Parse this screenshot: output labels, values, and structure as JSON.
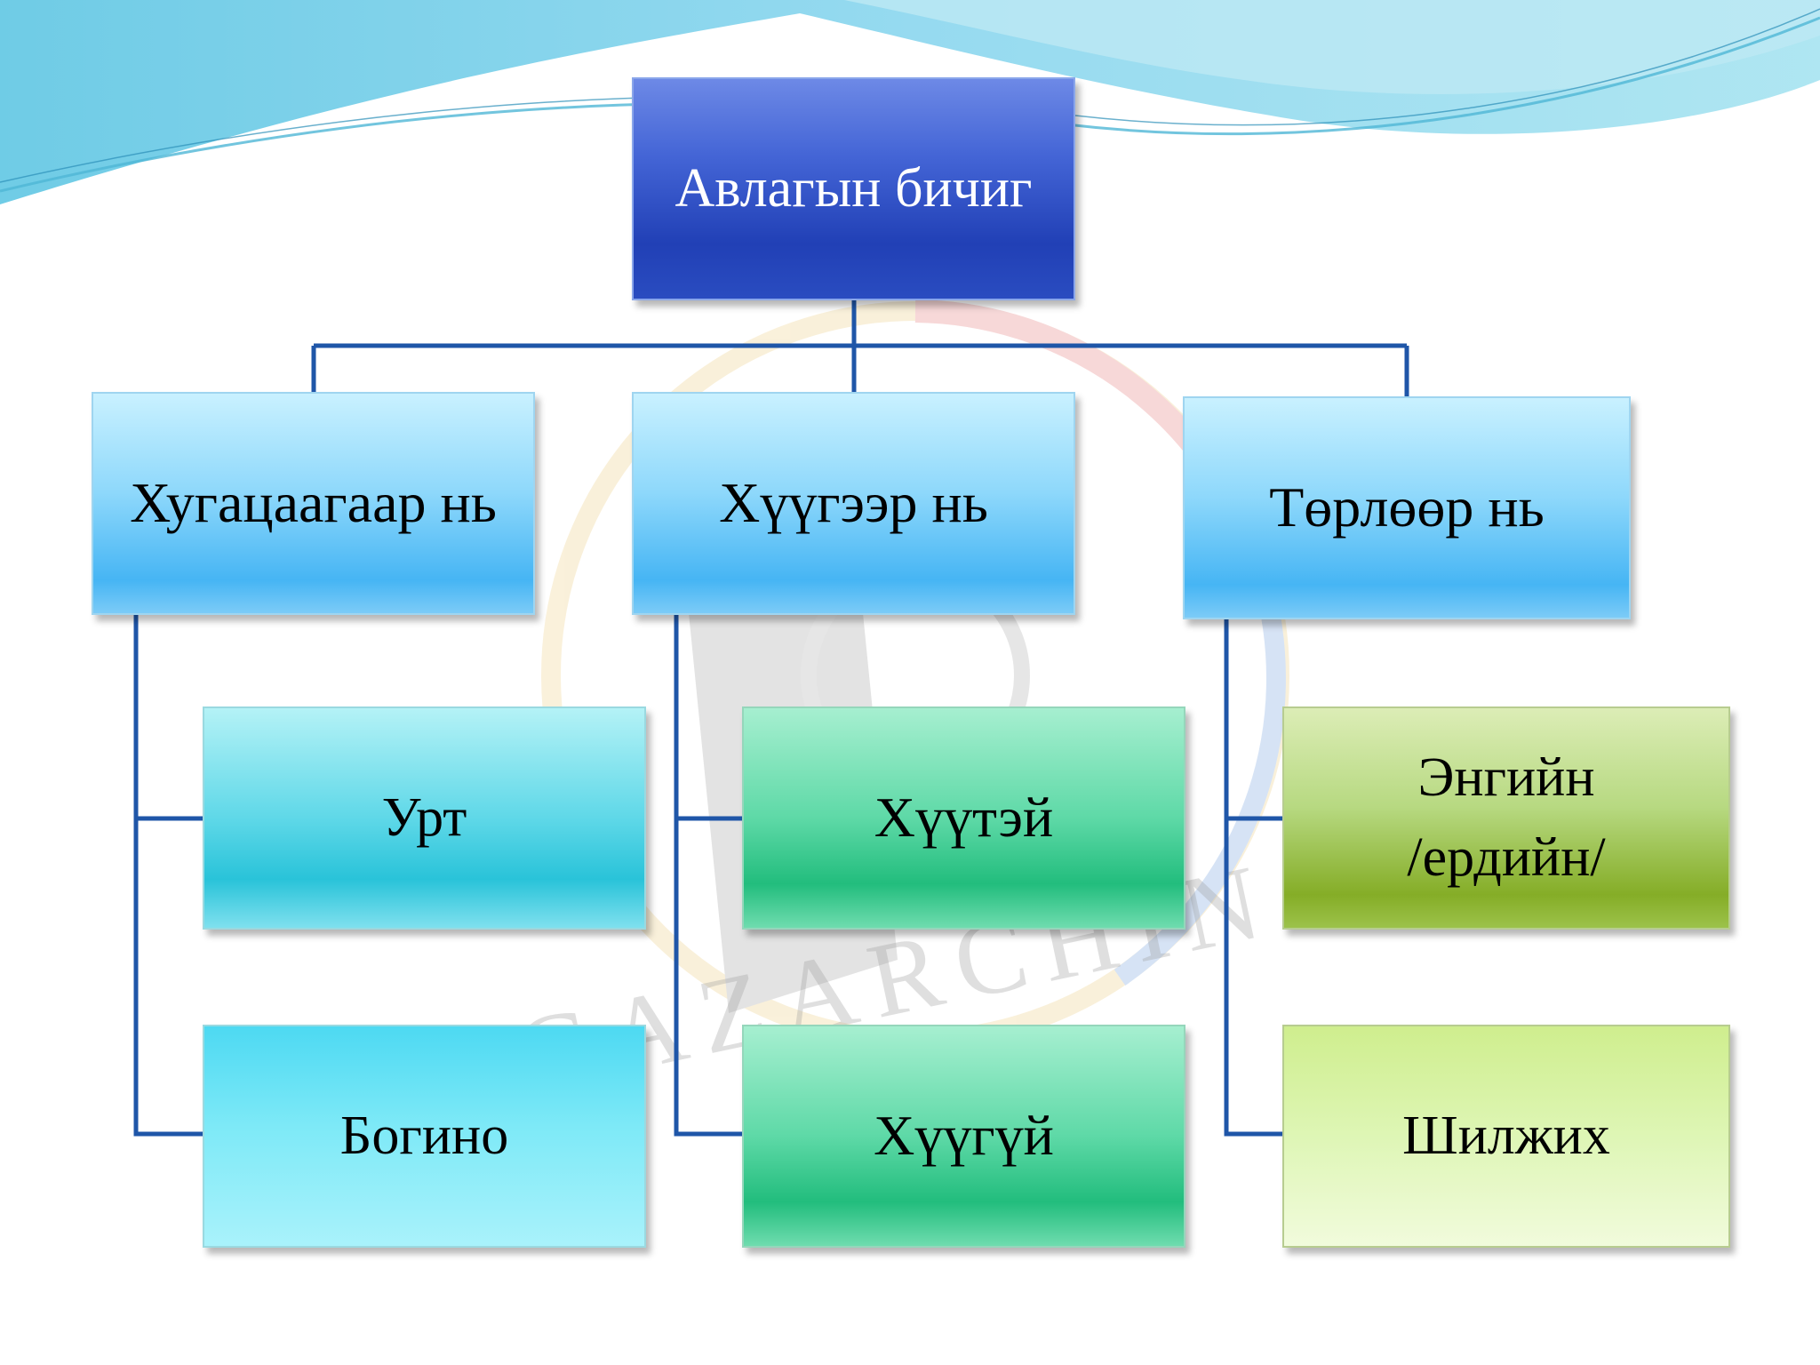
{
  "diagram": {
    "root": {
      "label": "Авлагын бичиг"
    },
    "categories": [
      {
        "label": "Хугацаагаар нь",
        "children": [
          "Урт",
          "Богино"
        ]
      },
      {
        "label": "Хүүгээр нь",
        "children": [
          "Хүүтэй",
          "Хүүгүй"
        ]
      },
      {
        "label": "Төрлөөр нь",
        "children": [
          "Энгийн\n/ердийн/",
          "Шилжих"
        ]
      }
    ],
    "watermark": "GAZARCHIN"
  },
  "colors": {
    "root": "#2d4fc4",
    "category": "#5ec0f5",
    "time_children": "#3cc8de",
    "interest_children": "#3ccd8f",
    "type_children": "#97bf3e",
    "connector": "#1f56a8"
  }
}
